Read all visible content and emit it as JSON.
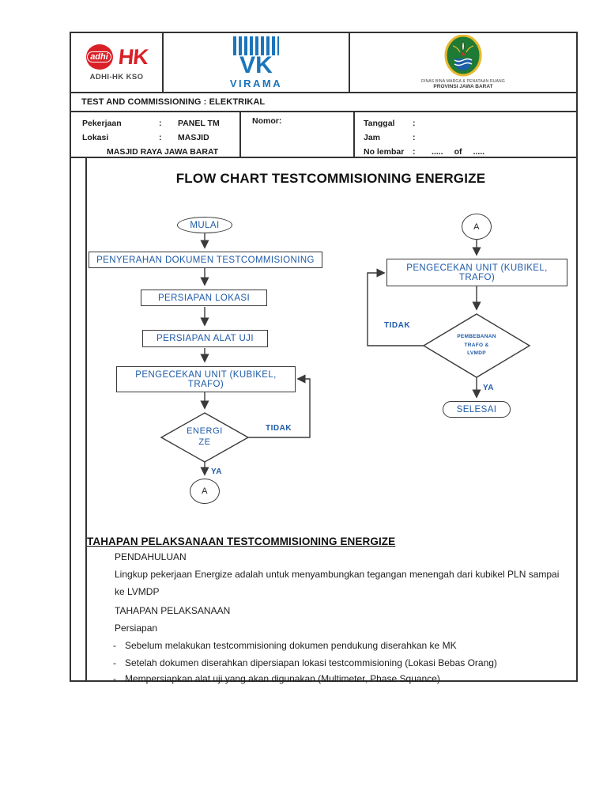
{
  "header": {
    "logos": {
      "adhi": {
        "circle_text": "adhi",
        "hk_text": "HK",
        "caption": "ADHI-HK KSO"
      },
      "virama": {
        "vk_text": "VK",
        "name": "VIRAMA"
      },
      "jabar": {
        "line1": "DINAS BINA MARGA & PENATAAN RUANG",
        "line2": "PROVINSI JAWA BARAT"
      }
    },
    "section_title": "TEST AND COMMISSIONING : ELEKTRIKAL",
    "info": {
      "colon": ":",
      "pekerjaan_label": "Pekerjaan",
      "pekerjaan_value": "PANEL TM",
      "lokasi_label": "Lokasi",
      "lokasi_value": "MASJID",
      "lokasi_extra": "MASJID RAYA JAWA BARAT",
      "nomor_label": "Nomor:",
      "tanggal_label": "Tanggal",
      "jam_label": "Jam",
      "no_lembar_label": "No lembar",
      "lembar_left": ".....",
      "lembar_of": "of",
      "lembar_right": "....."
    }
  },
  "flowchart": {
    "title": "FLOW CHART TESTCOMMISIONING ENERGIZE",
    "start": "MULAI",
    "step1": "PENYERAHAN DOKUMEN TESTCOMMISIONING",
    "step2": "PERSIAPAN LOKASI",
    "step3": "PERSIAPAN ALAT UJI",
    "step4": "PENGECEKAN UNIT (KUBIKEL, TRAFO)",
    "decision1": {
      "0": "ENERGI",
      "1": "ZE"
    },
    "no_label": "TIDAK",
    "yes_label": "YA",
    "connector": "A",
    "step5": "PENGECEKAN UNIT (KUBIKEL, TRAFO)",
    "decision2": {
      "0": "PEMBEBANAN",
      "1": "TRAFO &",
      "2": "LVMDP"
    },
    "end": "SELESAI"
  },
  "notes": {
    "heading": "TAHAPAN PELAKSANAAN TESTCOMMISIONING ENERGIZE",
    "sub1": "PENDAHULUAN",
    "para": {
      "0": "Lingkup pekerjaan Energize adalah untuk menyambungkan tegangan menengah dari kubikel PLN sampai",
      "1": "ke LVMDP"
    },
    "sub2": "TAHAPAN PELAKSANAAN",
    "sub3": "Persiapan",
    "dash": "-",
    "bullets": {
      "0": "Sebelum melakukan testcommisioning dokumen pendukung diserahkan ke MK",
      "1": "Setelah dokumen diserahkan dipersiapan lokasi testcommisioning (Lokasi Bebas Orang)",
      "2": "Mempersiapkan alat uji yang akan digunakan (Multimeter, Phase Squance)"
    }
  },
  "colors": {
    "flow_blue": "#1e5aa8",
    "logo_red": "#d92027",
    "logo_blue": "#1b75bc",
    "logo_green": "#1e7a34",
    "logo_gold": "#e8b82e",
    "border_dark": "#333333"
  }
}
